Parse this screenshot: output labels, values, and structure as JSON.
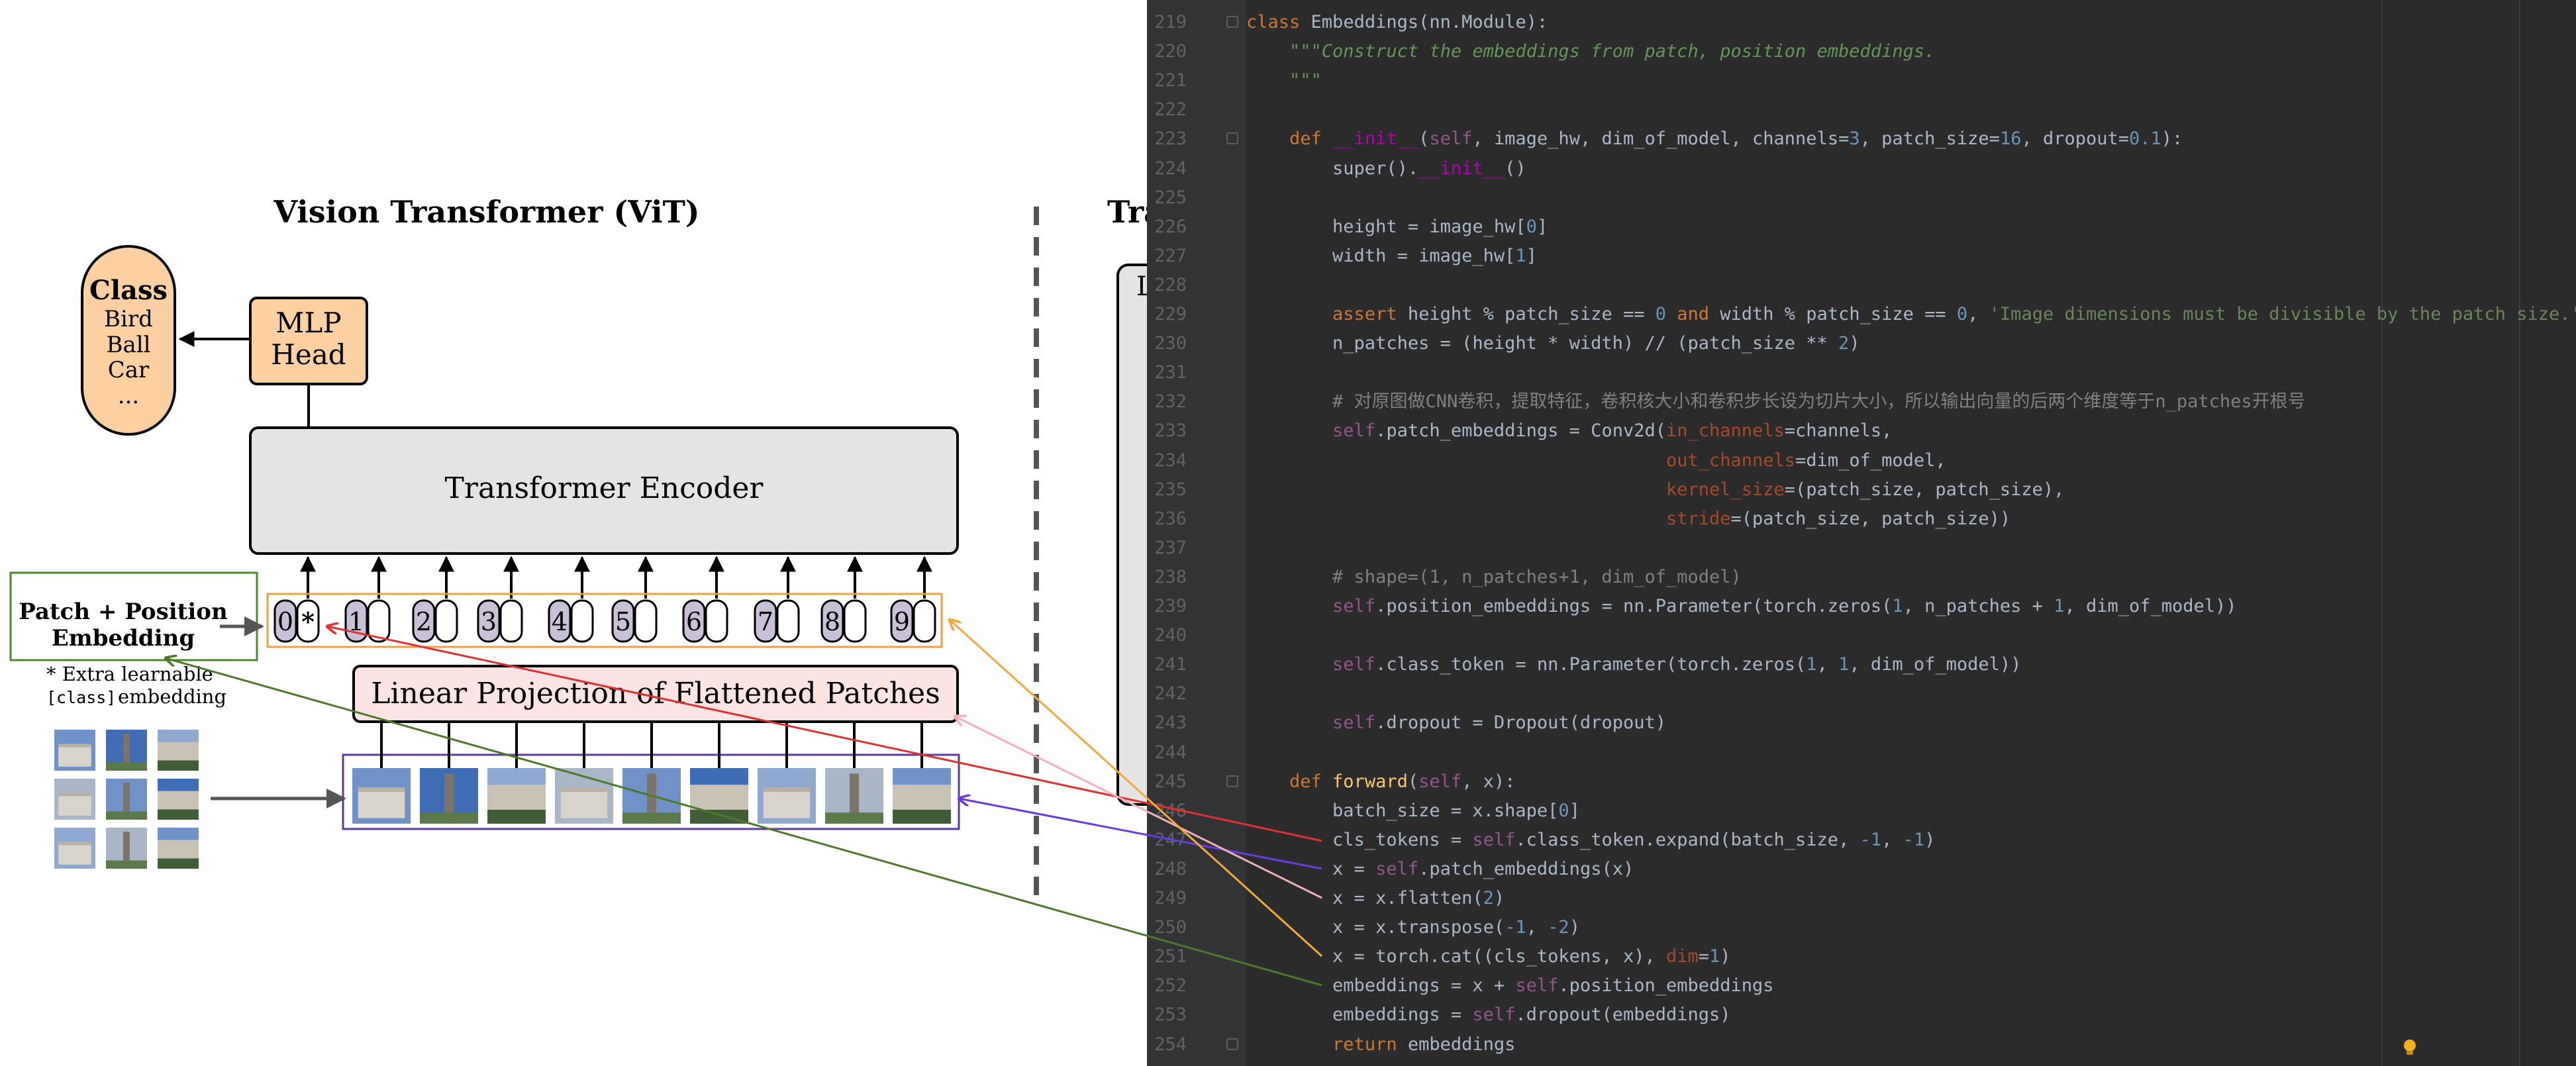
{
  "diagram": {
    "title": "Vision Transformer (ViT)",
    "second_title_partial": "Tra",
    "class_box": {
      "heading": "Class",
      "items": [
        "Bird",
        "Ball",
        "Car",
        "..."
      ]
    },
    "mlp_head": {
      "line1": "MLP",
      "line2": "Head"
    },
    "encoder_label": "Transformer Encoder",
    "linear_projection_label": "Linear Projection of Flattened Patches",
    "patch_position_label": {
      "line1": "Patch + Position",
      "line2": "Embedding"
    },
    "extra_note": {
      "line1": "* Extra learnable",
      "line2_code": "[class]",
      "line2_rest": " embedding"
    },
    "token_labels": [
      "0",
      "*",
      "1",
      "2",
      "3",
      "4",
      "5",
      "6",
      "7",
      "8",
      "9"
    ],
    "encoder_partial_letter": "L"
  },
  "colors": {
    "class_box": "#fdd0a2",
    "mlp_head": "#fdd0a2",
    "encoder": "#e4e4e4",
    "linear_projection": "#fce4e4",
    "position_token": "#c9bfd6",
    "patch_frame": "#5e3a9a",
    "token_frame": "#f0a040",
    "patch_position_frame": "#4a8a2a",
    "arrow_red": "#e03030",
    "arrow_purple": "#6a3be0",
    "arrow_pink": "#f0b0b8",
    "arrow_orange": "#f5a93a",
    "arrow_green": "#4a7a2a"
  },
  "code": {
    "lines": [
      {
        "n": "219",
        "fold": true,
        "tokens": [
          [
            "kw",
            "class "
          ],
          [
            "plain",
            "Embeddings(nn.Module):"
          ]
        ]
      },
      {
        "n": "220",
        "tokens": [
          [
            "doc",
            "    \"\"\"Construct the embeddings from patch, position embeddings."
          ]
        ]
      },
      {
        "n": "221",
        "tokens": [
          [
            "doc",
            "    \"\"\""
          ]
        ]
      },
      {
        "n": "222",
        "tokens": []
      },
      {
        "n": "223",
        "fold": true,
        "tokens": [
          [
            "kw",
            "    def "
          ],
          [
            "magic",
            "__init__"
          ],
          [
            "plain",
            "("
          ],
          [
            "self",
            "self"
          ],
          [
            "plain",
            ", image_hw, dim_of_model, channels="
          ],
          [
            "num",
            "3"
          ],
          [
            "plain",
            ", patch_size="
          ],
          [
            "num",
            "16"
          ],
          [
            "plain",
            ", dropout="
          ],
          [
            "num",
            "0.1"
          ],
          [
            "plain",
            "):"
          ]
        ]
      },
      {
        "n": "224",
        "tokens": [
          [
            "plain",
            "        super()."
          ],
          [
            "magic",
            "__init__"
          ],
          [
            "plain",
            "()"
          ]
        ]
      },
      {
        "n": "225",
        "tokens": []
      },
      {
        "n": "226",
        "tokens": [
          [
            "plain",
            "        height = image_hw["
          ],
          [
            "num",
            "0"
          ],
          [
            "plain",
            "]"
          ]
        ]
      },
      {
        "n": "227",
        "tokens": [
          [
            "plain",
            "        width = image_hw["
          ],
          [
            "num",
            "1"
          ],
          [
            "plain",
            "]"
          ]
        ]
      },
      {
        "n": "228",
        "tokens": []
      },
      {
        "n": "229",
        "tokens": [
          [
            "kw",
            "        assert "
          ],
          [
            "plain",
            "height % patch_size == "
          ],
          [
            "num",
            "0"
          ],
          [
            "kw",
            " and "
          ],
          [
            "plain",
            "width % patch_size == "
          ],
          [
            "num",
            "0"
          ],
          [
            "plain",
            ", "
          ],
          [
            "str",
            "'Image dimensions must be divisible by the patch size.'"
          ]
        ]
      },
      {
        "n": "230",
        "tokens": [
          [
            "plain",
            "        n_patches = (height * width) // (patch_size ** "
          ],
          [
            "num",
            "2"
          ],
          [
            "plain",
            ")"
          ]
        ]
      },
      {
        "n": "231",
        "tokens": []
      },
      {
        "n": "232",
        "tokens": [
          [
            "cmt",
            "        # 对原图做CNN卷积，提取特征，卷积核大小和卷积步长设为切片大小，所以输出向量的后两个维度等于n_patches开根号"
          ]
        ]
      },
      {
        "n": "233",
        "tokens": [
          [
            "self",
            "        self"
          ],
          [
            "plain",
            ".patch_embeddings = Conv2d("
          ],
          [
            "kwarg",
            "in_channels"
          ],
          [
            "plain",
            "=channels,"
          ]
        ]
      },
      {
        "n": "234",
        "tokens": [
          [
            "plain",
            "                                       "
          ],
          [
            "kwarg",
            "out_channels"
          ],
          [
            "plain",
            "=dim_of_model,"
          ]
        ]
      },
      {
        "n": "235",
        "tokens": [
          [
            "plain",
            "                                       "
          ],
          [
            "kwarg",
            "kernel_size"
          ],
          [
            "plain",
            "=(patch_size, patch_size),"
          ]
        ]
      },
      {
        "n": "236",
        "tokens": [
          [
            "plain",
            "                                       "
          ],
          [
            "kwarg",
            "stride"
          ],
          [
            "plain",
            "=(patch_size, patch_size))"
          ]
        ]
      },
      {
        "n": "237",
        "tokens": []
      },
      {
        "n": "238",
        "tokens": [
          [
            "cmt",
            "        # shape=(1, n_patches+1, dim_of_model)"
          ]
        ]
      },
      {
        "n": "239",
        "tokens": [
          [
            "self",
            "        self"
          ],
          [
            "plain",
            ".position_embeddings = nn.Parameter(torch.zeros("
          ],
          [
            "num",
            "1"
          ],
          [
            "plain",
            ", n_patches + "
          ],
          [
            "num",
            "1"
          ],
          [
            "plain",
            ", dim_of_model))"
          ]
        ]
      },
      {
        "n": "240",
        "tokens": []
      },
      {
        "n": "241",
        "tokens": [
          [
            "self",
            "        self"
          ],
          [
            "plain",
            ".class_token = nn.Parameter(torch.zeros("
          ],
          [
            "num",
            "1"
          ],
          [
            "plain",
            ", "
          ],
          [
            "num",
            "1"
          ],
          [
            "plain",
            ", dim_of_model))"
          ]
        ]
      },
      {
        "n": "242",
        "tokens": []
      },
      {
        "n": "243",
        "tokens": [
          [
            "self",
            "        self"
          ],
          [
            "plain",
            ".dropout = Dropout(dropout)"
          ]
        ]
      },
      {
        "n": "244",
        "tokens": []
      },
      {
        "n": "245",
        "fold": true,
        "tokens": [
          [
            "kw",
            "    def "
          ],
          [
            "fn",
            "forward"
          ],
          [
            "plain",
            "("
          ],
          [
            "self",
            "self"
          ],
          [
            "plain",
            ", x):"
          ]
        ]
      },
      {
        "n": "246",
        "tokens": [
          [
            "plain",
            "        batch_size = x.shape["
          ],
          [
            "num",
            "0"
          ],
          [
            "plain",
            "]"
          ]
        ]
      },
      {
        "n": "247",
        "tokens": [
          [
            "plain",
            "        cls_tokens = "
          ],
          [
            "self",
            "self"
          ],
          [
            "plain",
            ".class_token.expand(batch_size, "
          ],
          [
            "num",
            "-1"
          ],
          [
            "plain",
            ", "
          ],
          [
            "num",
            "-1"
          ],
          [
            "plain",
            ")"
          ]
        ]
      },
      {
        "n": "248",
        "tokens": [
          [
            "plain",
            "        x = "
          ],
          [
            "self",
            "self"
          ],
          [
            "plain",
            ".patch_embeddings(x)"
          ]
        ]
      },
      {
        "n": "249",
        "tokens": [
          [
            "plain",
            "        x = x.flatten("
          ],
          [
            "num",
            "2"
          ],
          [
            "plain",
            ")"
          ]
        ]
      },
      {
        "n": "250",
        "tokens": [
          [
            "plain",
            "        x = x.transpose("
          ],
          [
            "num",
            "-1"
          ],
          [
            "plain",
            ", "
          ],
          [
            "num",
            "-2"
          ],
          [
            "plain",
            ")"
          ]
        ]
      },
      {
        "n": "251",
        "tokens": [
          [
            "plain",
            "        x = torch.cat((cls_tokens, x), "
          ],
          [
            "kwarg",
            "dim"
          ],
          [
            "plain",
            "="
          ],
          [
            "num",
            "1"
          ],
          [
            "plain",
            ")"
          ]
        ]
      },
      {
        "n": "252",
        "tokens": [
          [
            "plain",
            "        embeddings = x + "
          ],
          [
            "self",
            "self"
          ],
          [
            "plain",
            ".position_embeddings"
          ]
        ]
      },
      {
        "n": "253",
        "tokens": [
          [
            "plain",
            "        embeddings = "
          ],
          [
            "self",
            "self"
          ],
          [
            "plain",
            ".dropout(embeddings)"
          ]
        ]
      },
      {
        "n": "254",
        "fold": true,
        "tokens": [
          [
            "kw",
            "        return "
          ],
          [
            "plain",
            "embeddings"
          ]
        ]
      }
    ]
  }
}
